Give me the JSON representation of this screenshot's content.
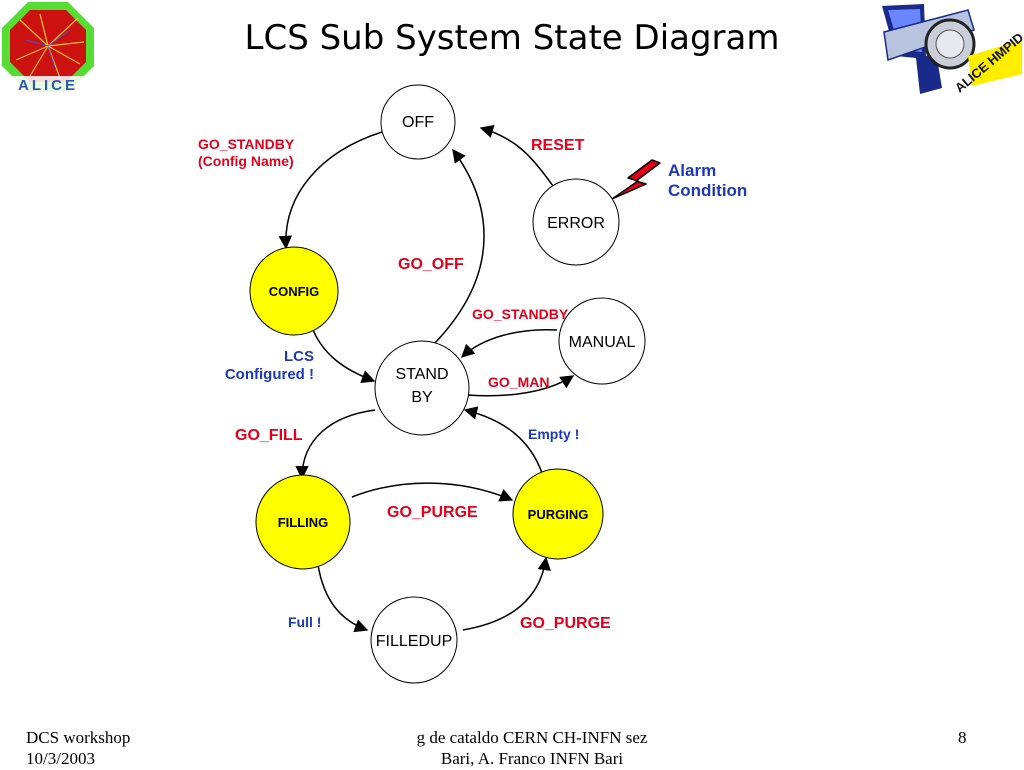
{
  "title": "LCS Sub System State Diagram",
  "logos": {
    "left": {
      "text": "ALICE",
      "icon": "alice-octagon-logo",
      "colors": {
        "green": "#55dd33",
        "red": "#cc1111",
        "blue": "#3355aa"
      }
    },
    "right": {
      "text": "ALICE HMPID",
      "icon": "hmpid-logo",
      "colors": {
        "blue": "#1a2a8a",
        "yellow": "#ffee00"
      }
    }
  },
  "states": {
    "off": {
      "label": "OFF",
      "fill": "#ffffff"
    },
    "error": {
      "label": "ERROR",
      "fill": "#ffffff"
    },
    "config": {
      "label": "CONFIG",
      "fill": "#ffff00"
    },
    "manual": {
      "label": "MANUAL",
      "fill": "#ffffff"
    },
    "standby": {
      "line1": "STAND",
      "line2": "BY",
      "fill": "#ffffff"
    },
    "filling": {
      "label": "FILLING",
      "fill": "#ffff00"
    },
    "purging": {
      "label": "PURGING",
      "fill": "#ffff00"
    },
    "filledup": {
      "label": "FILLEDUP",
      "fill": "#ffffff"
    }
  },
  "transitions": {
    "go_standby_config": {
      "line1": "GO_STANDBY",
      "line2": "(Config Name)"
    },
    "reset": "RESET",
    "go_off": "GO_OFF",
    "go_standby_manual": "GO_STANDBY",
    "go_man": "GO_MAN",
    "go_fill": "GO_FILL",
    "go_purge_top": "GO_PURGE",
    "go_purge_bottom": "GO_PURGE"
  },
  "events": {
    "alarm": {
      "line1": "Alarm",
      "line2": "Condition",
      "icon": "lightning-bolt-icon"
    },
    "lcs_configured": {
      "line1": "LCS",
      "line2": "Configured !"
    },
    "empty": "Empty !",
    "full": "Full !"
  },
  "footer": {
    "left_line1": "DCS workshop",
    "left_line2": "10/3/2003",
    "center_line1": "g de cataldo CERN CH-INFN sez",
    "center_line2": "Bari, A. Franco INFN Bari",
    "page_number": "8"
  },
  "colors": {
    "transition_red": "#e3001b",
    "event_blue": "#1e39b8",
    "active_state_yellow": "#ffff00"
  }
}
